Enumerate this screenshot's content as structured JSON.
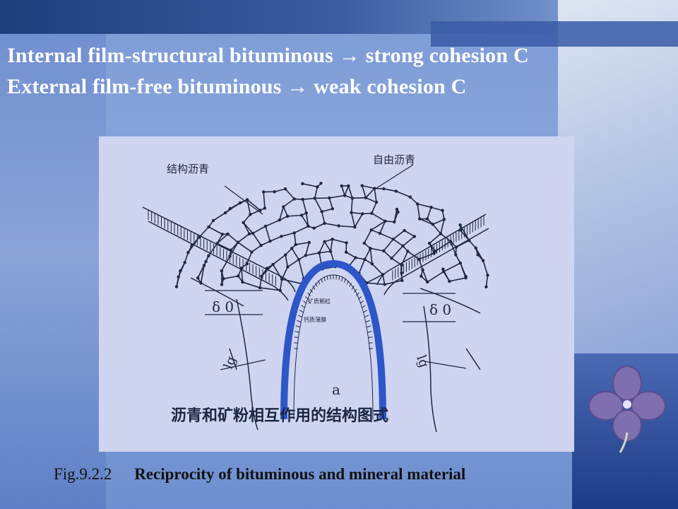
{
  "slide": {
    "line1": "Internal film-structural bituminous → strong cohesion C",
    "line2": "External  film-free bituminous → weak cohesion C"
  },
  "figure": {
    "label_structural": "结构沥青",
    "label_free": "自由沥青",
    "label_particle": "矿质颗粒",
    "label_film": "钙质薄膜",
    "label_delta_left": "δ 0",
    "label_delta_right": "δ 0",
    "label_lg_left": "lg",
    "label_lg_right": "lg",
    "label_a": "a",
    "caption_cn": "沥青和矿粉相互作用的结构图式"
  },
  "caption": {
    "number": "Fig.9.2.2",
    "title": "Reciprocity of bituminous and mineral material"
  },
  "colors": {
    "title_text": "#ffffff",
    "figure_bg": "#cfd5f1",
    "ink": "#1b2744",
    "arc": "#2d56c8"
  }
}
